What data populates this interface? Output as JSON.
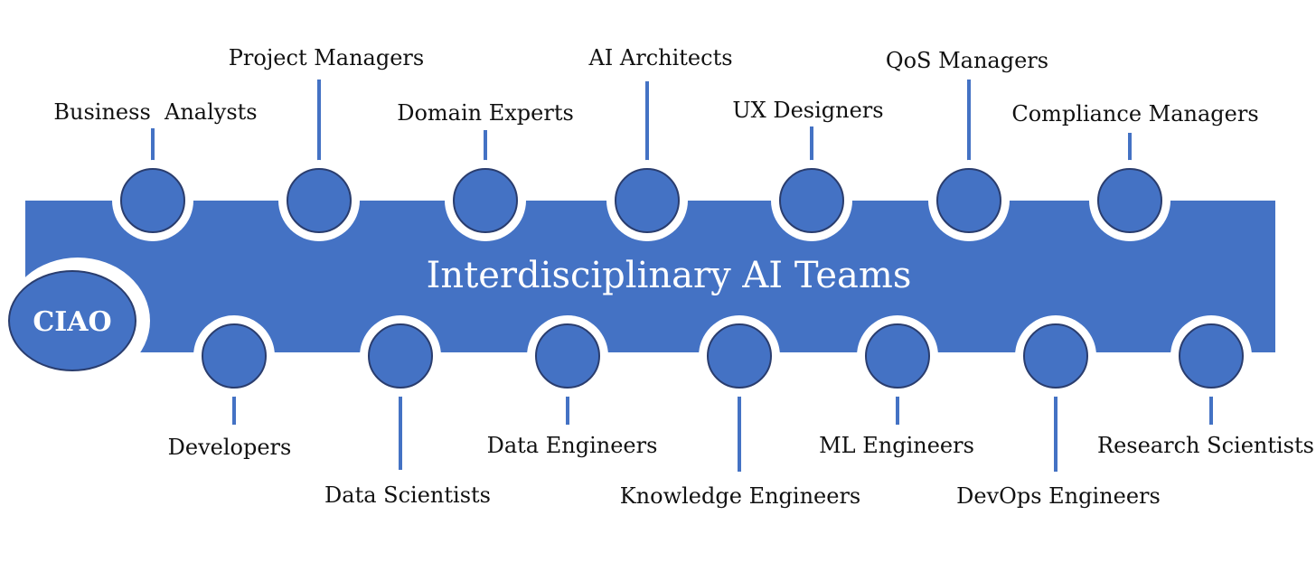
{
  "title": "Interdisciplinary AI Teams",
  "hub": {
    "label": "CIAO"
  },
  "colors": {
    "band": "#4472c4",
    "node": "#4472c4",
    "node_outline": "#2a3d6e",
    "connector": "#4472c4",
    "ring": "#ffffff",
    "text": "#111111"
  },
  "top_roles": [
    {
      "label": "Business  Analysts"
    },
    {
      "label": "Project Managers"
    },
    {
      "label": "Domain Experts"
    },
    {
      "label": "AI Architects"
    },
    {
      "label": "UX Designers"
    },
    {
      "label": "QoS Managers"
    },
    {
      "label": "Compliance Managers"
    }
  ],
  "bottom_roles": [
    {
      "label": "Developers"
    },
    {
      "label": "Data Scientists"
    },
    {
      "label": "Data Engineers"
    },
    {
      "label": "Knowledge Engineers"
    },
    {
      "label": "ML Engineers"
    },
    {
      "label": "DevOps Engineers"
    },
    {
      "label": "Research Scientists"
    }
  ]
}
